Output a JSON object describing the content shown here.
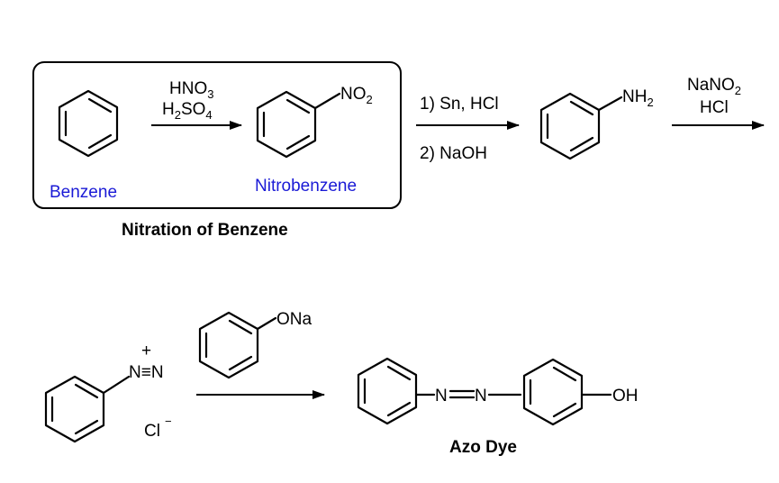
{
  "scheme": {
    "box_caption": "Nitration of Benzene",
    "benzene_label": "Benzene",
    "nitrobenzene_label": "Nitrobenzene",
    "product_label": "Azo Dye",
    "colors": {
      "compound_label": "#1a1ad6",
      "ink": "#000000"
    }
  },
  "reagents": {
    "step1_top": {
      "main": "HNO",
      "sub": "3"
    },
    "step1_bottom": {
      "pre": "H",
      "sub1": "2",
      "mid": "SO",
      "sub2": "4"
    },
    "step2_top": "1) Sn, HCl",
    "step2_bottom": "2) NaOH",
    "step3_top": {
      "main": "NaNO",
      "sub": "2"
    },
    "step3_bottom": "HCl"
  },
  "groups": {
    "no2": {
      "main": "NO",
      "sub": "2"
    },
    "nh2": {
      "main": "NH",
      "sub": "2"
    },
    "diazonium_plus": "+",
    "diazonium_n": "N",
    "diazonium_triple": "≡",
    "chloride": "Cl",
    "chloride_minus": "−",
    "phenoxide": "ONa",
    "azo_n1": "N",
    "azo_n2": "N",
    "hydroxyl": "OH"
  }
}
